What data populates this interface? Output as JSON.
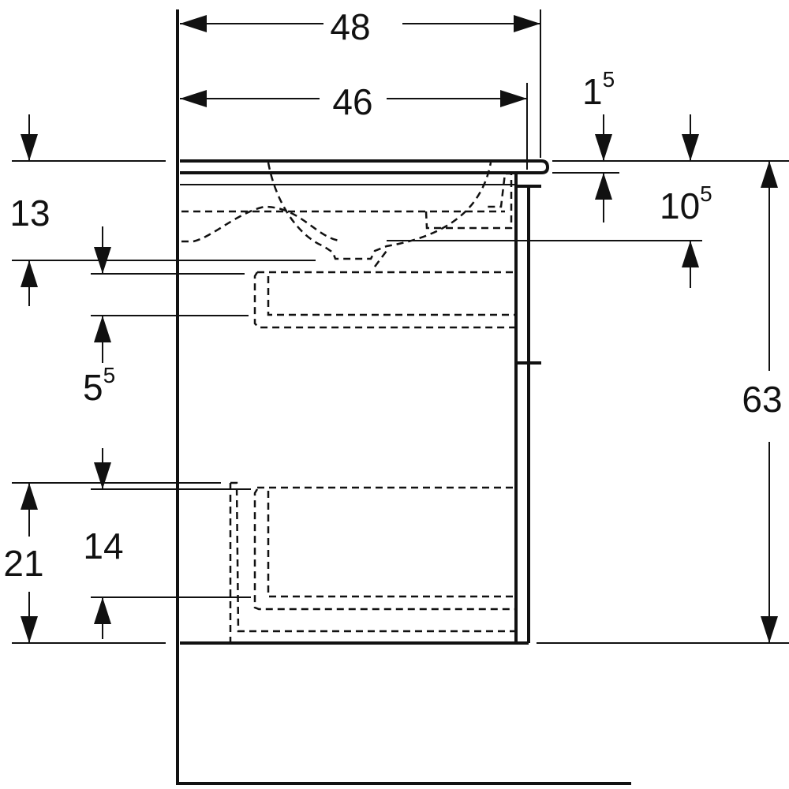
{
  "drawing": {
    "dimensions": {
      "overall_width": "48",
      "inner_width": "46",
      "top_thickness": {
        "base": "1",
        "sup": "5"
      },
      "basin_depth": {
        "base": "10",
        "sup": "5"
      },
      "top_gap": "13",
      "upper_drawer": {
        "base": "5",
        "sup": "5"
      },
      "height": "63",
      "bottom_offset": "21",
      "lower_drawer": "14"
    }
  }
}
